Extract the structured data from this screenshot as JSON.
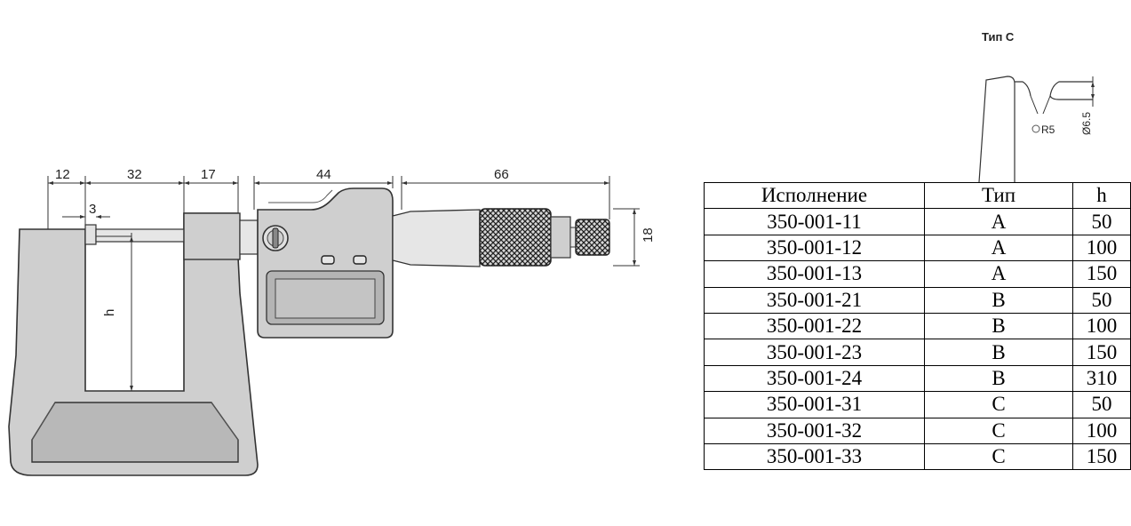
{
  "drawing": {
    "dimensions": {
      "d12": "12",
      "d32": "32",
      "d17": "17",
      "d44": "44",
      "d66": "66",
      "d18": "18",
      "d3": "3",
      "h": "h"
    }
  },
  "detail_c": {
    "title": "Тип С",
    "radius_label": "R5",
    "diameter_label": "Ø6.5"
  },
  "table": {
    "headers": [
      "Исполнение",
      "Тип",
      "h"
    ],
    "rows": [
      [
        "350-001-11",
        "A",
        "50"
      ],
      [
        "350-001-12",
        "A",
        "100"
      ],
      [
        "350-001-13",
        "A",
        "150"
      ],
      [
        "350-001-21",
        "B",
        "50"
      ],
      [
        "350-001-22",
        "B",
        "100"
      ],
      [
        "350-001-23",
        "B",
        "150"
      ],
      [
        "350-001-24",
        "B",
        "310"
      ],
      [
        "350-001-31",
        "C",
        "50"
      ],
      [
        "350-001-32",
        "C",
        "100"
      ],
      [
        "350-001-33",
        "C",
        "150"
      ]
    ]
  },
  "colors": {
    "body_fill": "#cfcfcf",
    "body_dark": "#b4b4b4",
    "outline": "#333333"
  }
}
